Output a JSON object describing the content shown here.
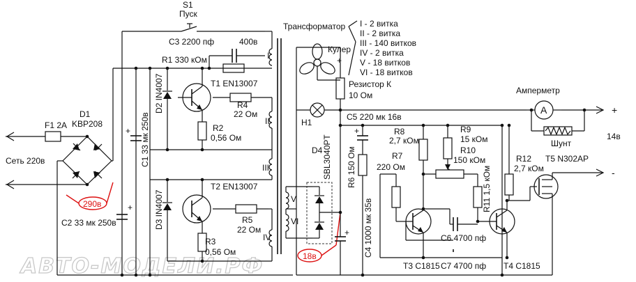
{
  "labels": {
    "s1": "S1",
    "s1_name": "Пуск",
    "c3": "C3 2200 пф",
    "c3_v": "400в",
    "transformer": "Трансформатор",
    "r1": "R1 330 кОм",
    "cooler": "Кулер",
    "f1": "F1 2A",
    "d1": "D1",
    "d1_type": "KBP208",
    "d2": "D2 IN4007",
    "t1": "T1 EN13007",
    "r4": "R4",
    "r4_v": "22 Ом",
    "r2": "R2",
    "r2_v": "0,56 Ом",
    "c1": "C1 33 мк 250в",
    "mains": "Сеть 220в",
    "c2": "C2 33 мк 250в",
    "d3": "D3 IN4007",
    "t2": "T2 EN13007",
    "r5": "R5",
    "r5_v": "22 Ом",
    "r3": "R3",
    "r3_v": "0,56 Ом",
    "resistor_k": "Резистор К",
    "resistor_k_v": "10 Ом",
    "h1": "H1",
    "c5": "C5 220 мк 16в",
    "d4": "D4",
    "d4_type": "SBL3040PT",
    "r6": "R6 150 Ом",
    "c4": "C4 1000 мк 35в",
    "r8": "R8",
    "r8_v": "2,7 кОм",
    "r9": "R9",
    "r9_v": "15 кОм",
    "r10": "R10",
    "r10_v": "150 кОм",
    "r7": "R7",
    "r7_v": "220 Ом",
    "r11": "R11 1,5 кОм",
    "r12": "R12",
    "r12_v": "2,7 кОм",
    "t5": "T5 N302AP",
    "ammeter": "Амперметр",
    "ammeter_sym": "A",
    "shunt": "Шунт",
    "out_v": "14в",
    "plus": "+",
    "minus": "-",
    "c6": "C6 4700 пф",
    "c7": "C7 4700 пф",
    "t3": "T3 C1815",
    "t4": "T4 C1815",
    "v290": "290в",
    "v18": "18в",
    "w1": "I",
    "w2": "II",
    "w3": "III",
    "w4": "IV",
    "w5": "V",
    "w6": "VI",
    "watermark": "АВТО-МОДЕЛИ.РФ"
  },
  "windings": [
    "I - 2 витка",
    "II - 2 витка",
    "III - 140 витков",
    "IV - 2 витка",
    "V - 18 витков",
    "VI - 18 витков"
  ]
}
